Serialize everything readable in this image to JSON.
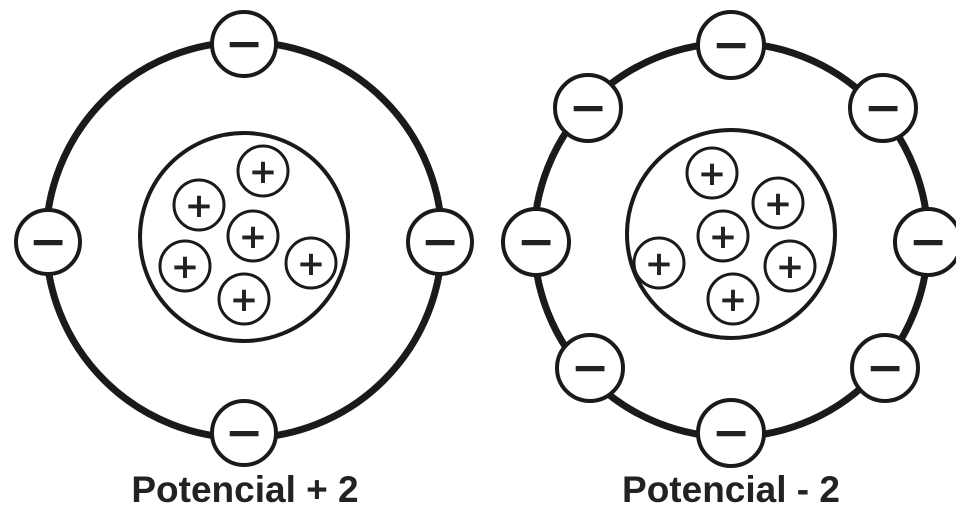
{
  "atoms": [
    {
      "id": "positive-ion",
      "caption": "Potencial + 2",
      "proton_sign": "+",
      "electron_sign": "−",
      "proton_count": 6,
      "electron_count": 4
    },
    {
      "id": "negative-ion",
      "caption": "Potencial - 2",
      "proton_sign": "+",
      "electron_sign": "−",
      "proton_count": 6,
      "electron_count": 8
    }
  ],
  "colors": {
    "stroke": "#1a1a1a",
    "fill": "#ffffff",
    "text": "#222222"
  }
}
